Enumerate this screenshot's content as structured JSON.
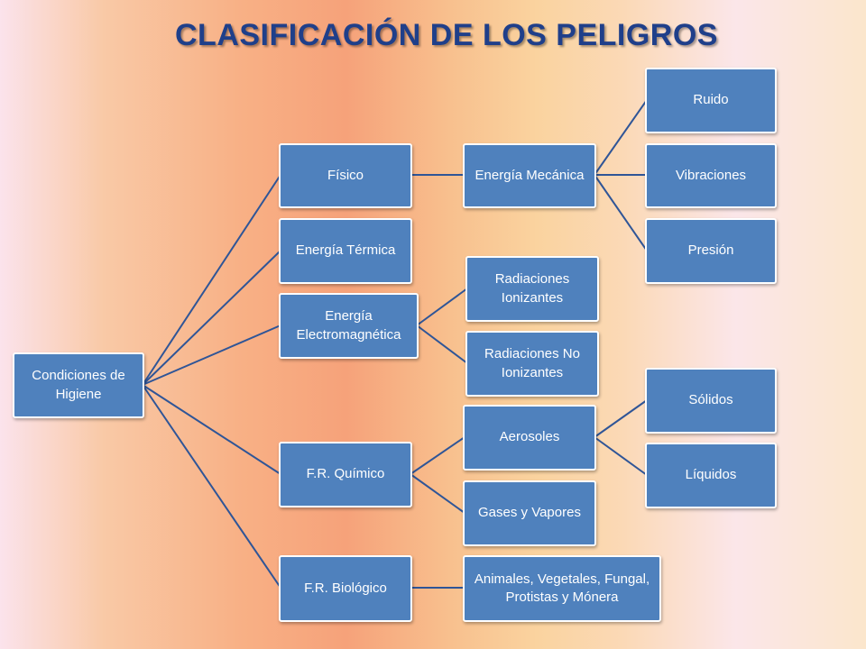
{
  "title": "CLASIFICACIÓN DE LOS PELIGROS",
  "nodes": {
    "root": "Condiciones de Higiene",
    "fisico": "Físico",
    "energia_mecanica": "Energía Mecánica",
    "ruido": "Ruido",
    "vibraciones": "Vibraciones",
    "presion": "Presión",
    "energia_termica": "Energía Térmica",
    "energia_electromagnetica": "Energía Electromagnética",
    "radiaciones_ionizantes": "Radiaciones Ionizantes",
    "radiaciones_no_ionizantes": "Radiaciones No Ionizantes",
    "fr_quimico": "F.R. Químico",
    "aerosoles": "Aerosoles",
    "solidos": "Sólidos",
    "liquidos": "Líquidos",
    "gases_vapores": "Gases y Vapores",
    "fr_biologico": "F.R. Biológico",
    "animales": "Animales, Vegetales, Fungal, Protistas y Mónera"
  },
  "colors": {
    "node_fill": "#4f81bd",
    "node_border": "#ffffff",
    "connector": "#2f5597",
    "title": "#1f3f8a"
  }
}
